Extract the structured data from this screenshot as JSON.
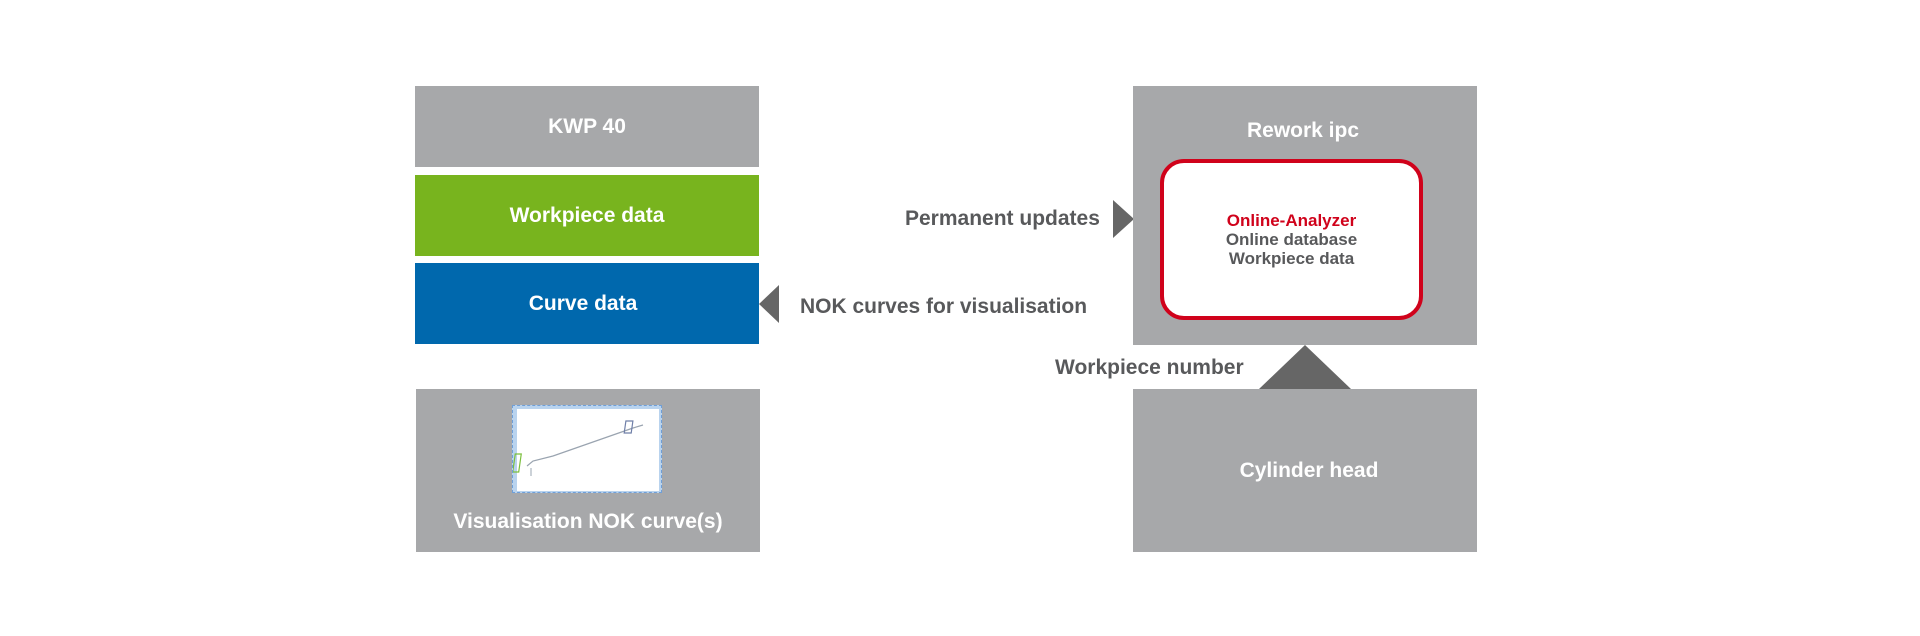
{
  "left": {
    "kwp_title": "KWP 40",
    "workpiece_data": "Workpiece data",
    "curve_data": "Curve data",
    "visualisation_label": "Visualisation NOK curve(s)"
  },
  "right": {
    "rework_title": "Rework ipc",
    "analyzer_title": "Online-Analyzer",
    "analyzer_line2": "Online database",
    "analyzer_line3": "Workpiece data",
    "cylinder_head": "Cylinder head"
  },
  "arrows": {
    "permanent_updates": "Permanent updates",
    "nok_curves": "NOK curves for visualisation",
    "workpiece_number": "Workpiece number"
  },
  "colors": {
    "gray_box": "#a7a8aa",
    "green_box": "#78b41e",
    "blue_box": "#0068ad",
    "analyzer_border": "#d0021b",
    "analyzer_title": "#d0021b",
    "arrow": "#666666"
  }
}
